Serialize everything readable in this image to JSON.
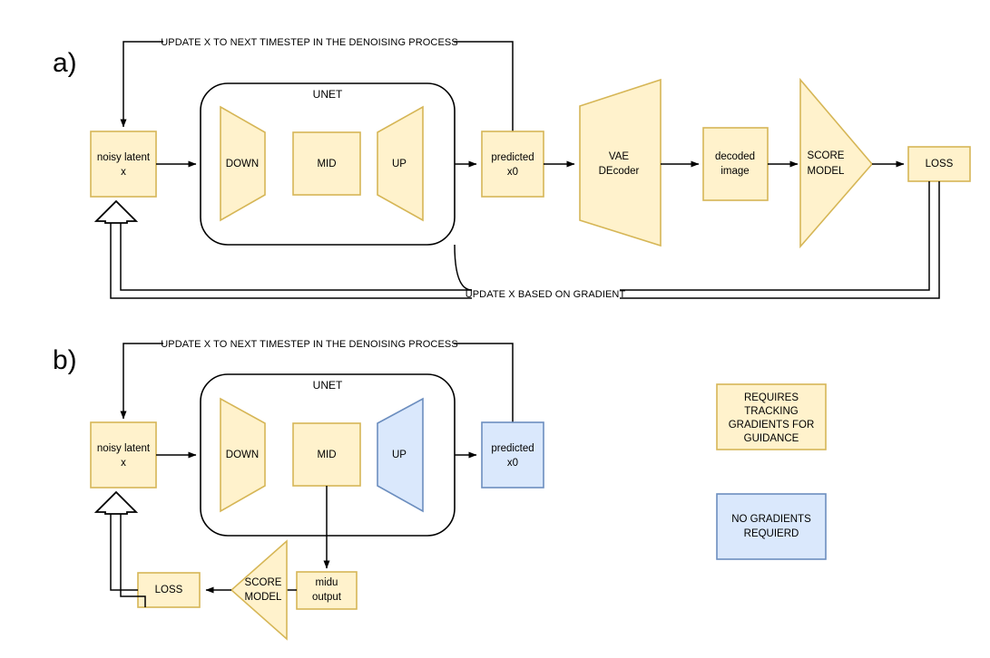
{
  "figure": {
    "background": "#ffffff",
    "accent_amber_fill": "#fff2cc",
    "accent_amber_stroke": "#d6b656",
    "accent_blue_fill": "#dae8fc",
    "accent_blue_stroke": "#6c8ebf",
    "line_color": "#000000"
  },
  "panel_a": {
    "panel_label": "a)",
    "top_loop_label": "UPDATE X TO NEXT TIMESTEP IN THE DENOISING PROCESS",
    "bottom_loop_label": "UPDATE X BASED ON GRADIENT",
    "nodes": {
      "noisy_latent_line1": "noisy latent",
      "noisy_latent_line2": "x",
      "unet_title": "UNET",
      "down": "DOWN",
      "mid": "MID",
      "up": "UP",
      "predicted_line1": "predicted",
      "predicted_line2": "x0",
      "vae_line1": "VAE",
      "vae_line2": "DEcoder",
      "decoded_line1": "decoded",
      "decoded_line2": "image",
      "score_line1": "SCORE",
      "score_line2": "MODEL",
      "loss": "LOSS"
    }
  },
  "panel_b": {
    "panel_label": "b)",
    "top_loop_label": "UPDATE X TO NEXT TIMESTEP IN THE DENOISING PROCESS",
    "nodes": {
      "noisy_latent_line1": "noisy latent",
      "noisy_latent_line2": "x",
      "unet_title": "UNET",
      "down": "DOWN",
      "mid": "MID",
      "up": "UP",
      "predicted_line1": "predicted",
      "predicted_line2": "x0",
      "midu_line1": "midu",
      "midu_line2": "output",
      "score_line1": "SCORE",
      "score_line2": "MODEL",
      "loss": "LOSS"
    }
  },
  "legend": {
    "requires_gradients": {
      "line1": "REQUIRES",
      "line2": "TRACKING",
      "line3": "GRADIENTS FOR",
      "line4": "GUIDANCE"
    },
    "no_gradients": {
      "line1": "NO GRADIENTS",
      "line2": "REQUIERD"
    }
  }
}
